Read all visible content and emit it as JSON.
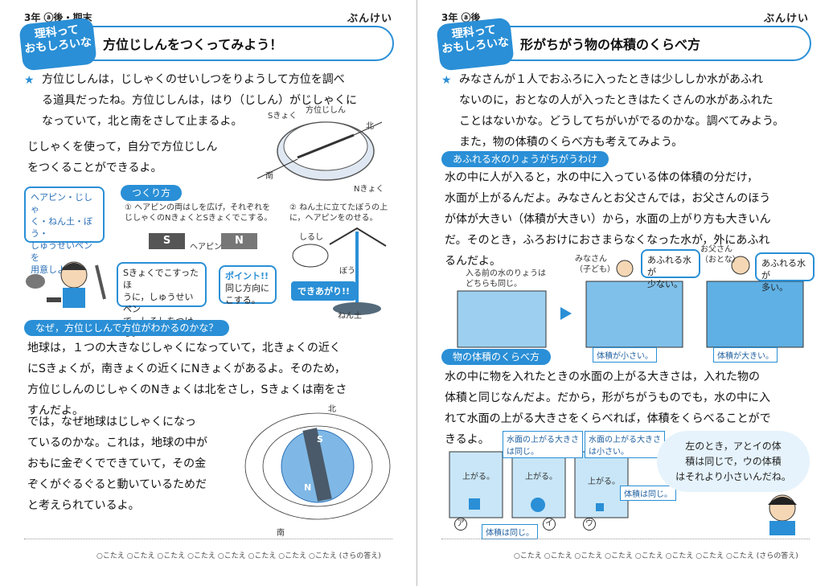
{
  "left": {
    "header": "3年 ⓐ後・期末",
    "brand": "ぶんけい",
    "badge_line1": "理科って",
    "badge_line2": "おもしろいな",
    "title": "方位じしんをつくってみよう！",
    "intro": [
      "方位じしんは，じしゃくのせいしつをりようして方位を調べ",
      "る道具だったね。方位じしんは，はり（じしん）がじしゃくに",
      "なっていて，北と南をさして止まるよ。"
    ],
    "para2": [
      "じしゃくを使って，自分で方位じしん",
      "をつくることができるよ。"
    ],
    "compass_labels": {
      "s_pole": "Sきょく",
      "compass": "方位じしん",
      "north": "北",
      "south": "南",
      "n_pole": "Nきょく"
    },
    "how_to": "つくり方",
    "materials": [
      "ヘアピン・じしゃ",
      "く・ねん土・ぼう・",
      "しゅうせいペンを",
      "用意しよう！"
    ],
    "step1": [
      "① ヘアピンの両はしを広げ，それぞれを",
      "じしゃくのNきょくとSきょくでこする。"
    ],
    "step2": [
      "② ねん土に立てたぼうの上",
      "に，ヘアピンをのせる。"
    ],
    "hairpin_label": "ヘアピン",
    "magnet_s": "S",
    "magnet_n": "N",
    "tip1": [
      "Sきょくでこすったほ",
      "うに，しゅうせいペン",
      "で，しるしをつける。"
    ],
    "point_label": "ポイント!!",
    "point_text": [
      "同じ方向に",
      "こする。"
    ],
    "mark_label": "しるし",
    "stick_label": "ぼう",
    "clay_label": "ねん土",
    "done": "できあがり!!",
    "sec2": "なぜ，方位じしんで方位がわかるのかな？",
    "para3": [
      "地球は，１つの大きなじしゃくになっていて，北きょくの近く",
      "にSきょくが，南きょくの近くにNきょくがあるよ。そのため，",
      "方位じしんのじしゃくのNきょくは北をさし，Sきょくは南をさ",
      "すんだよ。"
    ],
    "para4": [
      "では，なぜ地球はじしゃくになっ",
      "ているのかな。これは，地球の中が",
      "おもに金ぞくでできていて，その金",
      "ぞくがぐるぐると動いているためだ",
      "と考えられているよ。"
    ],
    "earth_north": "北",
    "earth_south": "南",
    "earth_s": "S",
    "earth_n": "N",
    "footer": "○こたえ ○こたえ ○こたえ ○こたえ ○こたえ ○こたえ ○こたえ ○こたえ (さらの答え)"
  },
  "right": {
    "header": "3年 ⓐ後",
    "brand": "ぶんけい",
    "badge_line1": "理科って",
    "badge_line2": "おもしろいな",
    "title": "形がちがう物の体積のくらべ方",
    "intro": [
      "みなさんが１人でおふろに入ったときは少ししか水があふれ",
      "ないのに，おとなの人が入ったときはたくさんの水があふれた",
      "ことはないかな。どうしてちがいがでるのかな。調べてみよう。",
      "また，物の体積のくらべ方も考えてみよう。"
    ],
    "sec1": "あふれる水のりょうがちがうわけ",
    "para1": [
      "水の中に人が入ると，水の中に入っている体の体積の分だけ，",
      "水面が上がるんだよ。みなさんとお父さんでは，お父さんのほう",
      "が体が大きい（体積が大きい）から，水面の上がり方も大きいん",
      "だ。そのとき，ふろおけにおさまらなくなった水が，外にあふれ",
      "るんだよ。"
    ],
    "before_label": [
      "入る前の水のりょうは",
      "どちらも同じ。"
    ],
    "kid_label": [
      "みなさん",
      "（子ども）"
    ],
    "dad_label": [
      "お父さん",
      "（おとな）"
    ],
    "bubble_kid": [
      "あふれる水が",
      "少ない。"
    ],
    "bubble_dad": [
      "あふれる水が",
      "多い。"
    ],
    "vol_small": "体積が小さい。",
    "vol_large": "体積が大きい。",
    "sec2": "物の体積のくらべ方",
    "para2": [
      "水の中に物を入れたときの水面の上がる大きさは，入れた物の",
      "体積と同じなんだよ。だから，形がちがうものでも，水の中に入",
      "れて水面の上がる大きさをくらべれば，体積をくらべることがで",
      "きるよ。"
    ],
    "rise_same": [
      "水面の上がる大きさ",
      "は同じ。"
    ],
    "rise_small": [
      "水面の上がる大きさ",
      "は小さい。"
    ],
    "up_label": "上がる。",
    "vol_same_a": "体積は同じ。",
    "vol_same_c": "体積は同じ。",
    "cups": [
      "ア",
      "イ",
      "ウ"
    ],
    "speech": [
      "左のとき，アとイの体",
      "積は同じで，ウの体積",
      "はそれより小さいんだね。"
    ],
    "footer": "○こたえ ○こたえ ○こたえ ○こたえ ○こたえ ○こたえ ○こたえ ○こたえ (さらの答え)"
  }
}
